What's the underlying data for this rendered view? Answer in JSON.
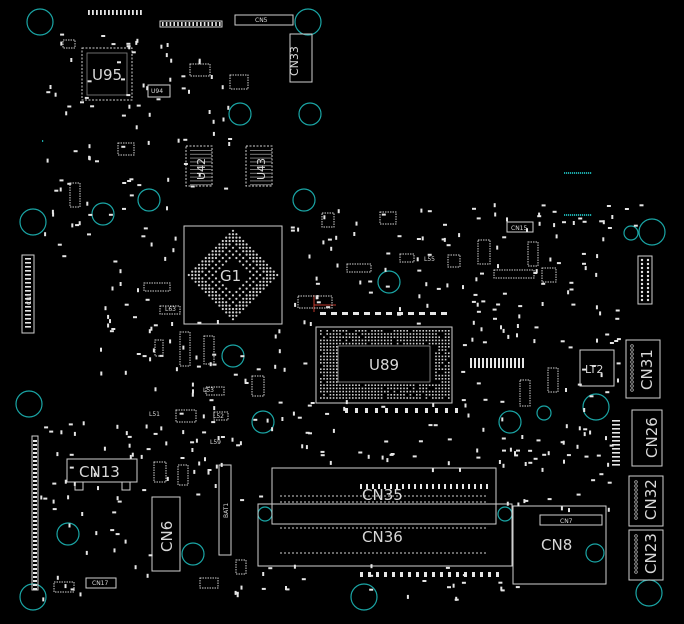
{
  "board": {
    "background": "#000000",
    "silkscreen_color": "#d8d8d8",
    "hole_color": "#1aa5a5",
    "accent_color": "#c0392b"
  },
  "labels": {
    "u95": "U95",
    "cn5": "CN5",
    "cn33": "CN33",
    "u94": "U94",
    "u42": "U42",
    "u43": "U43",
    "g1": "G1",
    "cn1": "CN1",
    "u89": "U89",
    "cn15": "CN15",
    "lt2": "LT2",
    "cn31": "CN31",
    "cn26": "CN26",
    "cn13": "CN13",
    "cn35": "CN35",
    "cn36": "CN36",
    "cn6": "CN6",
    "cn7": "CN7",
    "cn8": "CN8",
    "cn32": "CN32",
    "cn23": "CN23",
    "cn17": "CN17",
    "bat1": "BAT1",
    "l55": "L55",
    "l53": "L53",
    "l52": "L52",
    "l51": "L51",
    "l63": "L63",
    "l59": "L59"
  }
}
